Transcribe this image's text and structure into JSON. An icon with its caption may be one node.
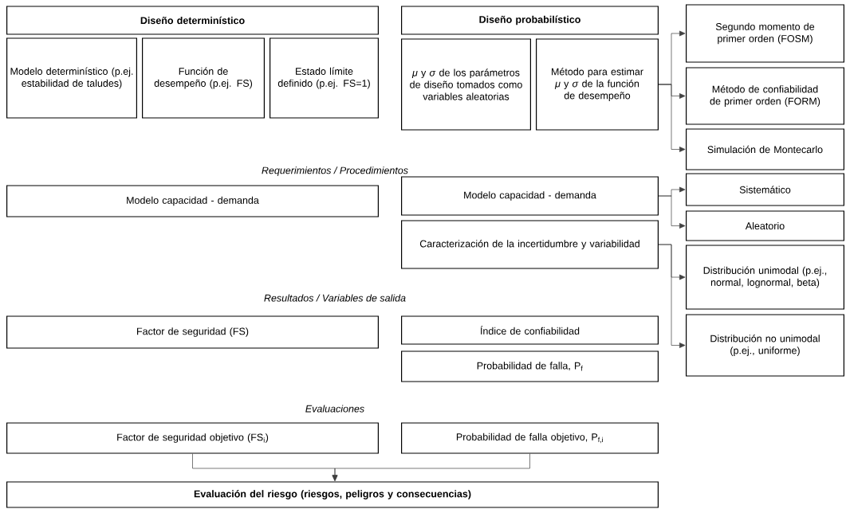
{
  "diagram": {
    "nodes": [
      {
        "text": [
          "Diseño determinístico"
        ]
      },
      {
        "text": [
          "Modelo determinístico (p.ej. estabilidad de taludes)"
        ]
      },
      {
        "text": [
          "Función de desempeño (p.ej. FS)"
        ]
      },
      {
        "text": [
          "Estado límite definido (p.ej. FS=1)"
        ]
      },
      {
        "text": [
          "Diseño probabilístico"
        ]
      },
      {
        "text": [
          "*μ* y *σ* de los parámetros de diseño tomados como variables aleatorias"
        ]
      },
      {
        "text": [
          "Método para estimar *μ* y *σ* de la función de desempeño"
        ]
      },
      {
        "text": [
          "Segundo momento de primer orden (FOSM)"
        ]
      },
      {
        "text": [
          "Método de confiabilidad de primer orden (FORM)"
        ]
      },
      {
        "text": [
          "Simulación de Montecarlo"
        ]
      },
      {
        "text": [
          "Modelo capacidad - demanda"
        ]
      },
      {
        "text": [
          "Modelo capacidad - demanda"
        ]
      },
      {
        "text": [
          "Sistemático"
        ]
      },
      {
        "text": [
          "Aleatorio"
        ]
      },
      {
        "text": [
          "Caracterización de la incertidumbre y variabilidad"
        ]
      },
      {
        "text": [
          "Distribución unimodal (p.ej., normal, lognormal, beta)"
        ]
      },
      {
        "text": [
          "Distribución no unimodal (p.ej., uniforme)"
        ]
      },
      {
        "text": [
          "Factor de seguridad (FS)"
        ]
      },
      {
        "text": [
          "Índice de confiabilidad"
        ]
      },
      {
        "text": [
          "Probabilidad de falla, P$_{f}$"
        ]
      },
      {
        "text": [
          "Factor de seguridad objetivo (FS$_{i}$)"
        ]
      },
      {
        "text": [
          "Probabilidad de falla objetivo, P$_{f,i}$"
        ]
      },
      {
        "text": [
          "Evaluación del riesgo (riesgos, peligros y consecuencias)"
        ]
      }
    ],
    "edges": [
      {
        "from": 6,
        "to": 7,
        "arrow": "to"
      },
      {
        "from": 6,
        "to": 8,
        "arrow": "to"
      },
      {
        "from": 6,
        "to": 9,
        "arrow": "to"
      },
      {
        "from": 11,
        "to": 12,
        "arrow": "to"
      },
      {
        "from": 11,
        "to": 13,
        "arrow": "to"
      },
      {
        "from": 14,
        "to": 15,
        "arrow": "to"
      },
      {
        "from": 14,
        "to": 16,
        "arrow": "to"
      },
      {
        "from": 20,
        "to": 22,
        "arrow": "to"
      },
      {
        "from": 21,
        "to": 22,
        "arrow": "to"
      }
    ],
    "labels": [
      "Requerimientos / Procedimientos",
      "Resultados / Variables de salida",
      "Evaluaciones"
    ]
  }
}
